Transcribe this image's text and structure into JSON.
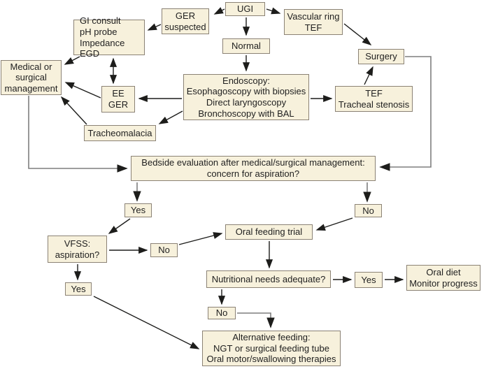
{
  "diagram": {
    "background": "#ffffff",
    "box_fill": "#f7f1dc",
    "box_border": "#8b8275",
    "arrow_color": "#1d1d1b",
    "elbow_color": "#7e7e7e",
    "text_color": "#1f1f1f"
  },
  "nodes": {
    "ugi": {
      "label": "UGI"
    },
    "ger_suspected": {
      "label": "GER\nsuspected"
    },
    "vascular_ring": {
      "label": "Vascular ring\nTEF"
    },
    "gi_consult": {
      "label": "GI consult\npH probe\nImpedance EGD"
    },
    "normal": {
      "label": "Normal"
    },
    "surgery": {
      "label": "Surgery"
    },
    "management": {
      "label": "Medical or\nsurgical\nmanagement"
    },
    "ee_ger": {
      "label": "EE\nGER"
    },
    "endoscopy": {
      "label": "Endoscopy:\nEsophagoscopy with biopsies\nDirect laryngoscopy\nBronchoscopy with BAL"
    },
    "tef_stenosis": {
      "label": "TEF\nTracheal stenosis"
    },
    "tracheomalacia": {
      "label": "Tracheomalacia"
    },
    "bedside": {
      "label": "Bedside evaluation after medical/surgical management:\nconcern for aspiration?"
    },
    "yes1": {
      "label": "Yes"
    },
    "no1": {
      "label": "No"
    },
    "vfss": {
      "label": "VFSS:\naspiration?"
    },
    "no2": {
      "label": "No"
    },
    "oral_feeding": {
      "label": "Oral feeding trial"
    },
    "nutritional": {
      "label": "Nutritional needs adequate?"
    },
    "yes2": {
      "label": "Yes"
    },
    "oral_diet": {
      "label": "Oral diet\nMonitor progress"
    },
    "yes3": {
      "label": "Yes"
    },
    "no3": {
      "label": "No"
    },
    "alternative": {
      "label": "Alternative feeding:\nNGT or surgical feeding tube\nOral motor/swallowing therapies"
    }
  }
}
